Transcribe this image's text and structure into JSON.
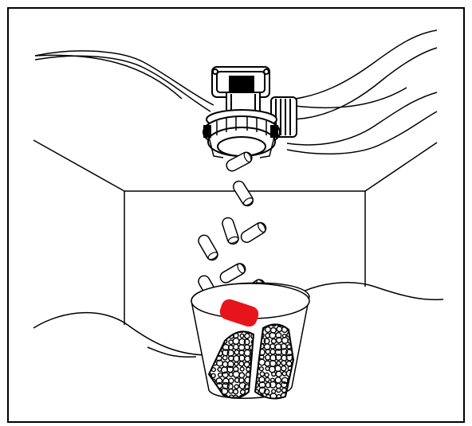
{
  "colors": {
    "line": "#000000",
    "background": "#ffffff",
    "highlight_pellet": "#e8141c"
  },
  "scene": {
    "components": [
      {
        "name": "suction-hose",
        "icon": "hose-icon"
      },
      {
        "name": "vacuum-nozzle-fitting",
        "icon": "nozzle-icon"
      },
      {
        "name": "falling-pellets",
        "icon": "cylinder-pellet-icon",
        "count": 9
      },
      {
        "name": "highlighted-pellet",
        "icon": "cylinder-pellet-icon",
        "count": 1
      },
      {
        "name": "collection-basket",
        "icon": "basket-icon"
      },
      {
        "name": "porous-media-blocks",
        "icon": "porous-block-icon",
        "count": 2
      }
    ]
  }
}
